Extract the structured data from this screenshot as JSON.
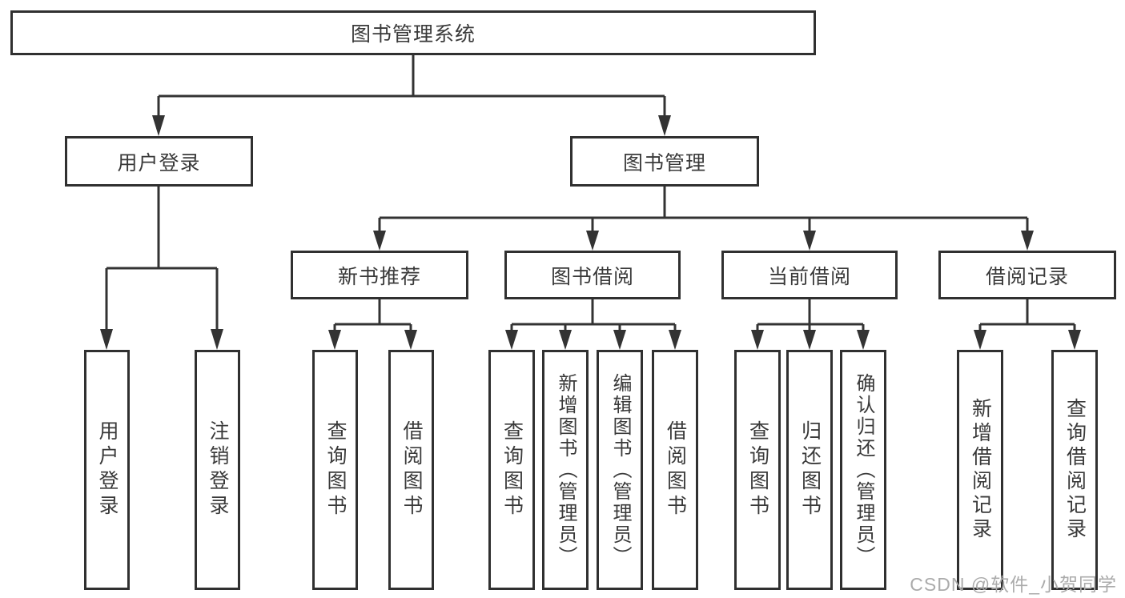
{
  "watermark": {
    "text": "CSDN @软件_小贺同学"
  },
  "colors": {
    "line": "#333333",
    "box_border": "#303030",
    "text": "#3a3a3a",
    "watermark": "#ababab",
    "background": "#ffffff"
  },
  "tree": {
    "label": "图书管理系统",
    "children": [
      {
        "label": "用户登录",
        "children": [
          {
            "label": "用户登录"
          },
          {
            "label": "注销登录"
          }
        ]
      },
      {
        "label": "图书管理",
        "children": [
          {
            "label": "新书推荐",
            "children": [
              {
                "label": "查询图书"
              },
              {
                "label": "借阅图书"
              }
            ]
          },
          {
            "label": "图书借阅",
            "children": [
              {
                "label": "查询图书"
              },
              {
                "label": "新增图书（管理员）"
              },
              {
                "label": "编辑图书（管理员）"
              },
              {
                "label": "借阅图书"
              }
            ]
          },
          {
            "label": "当前借阅",
            "children": [
              {
                "label": "查询图书"
              },
              {
                "label": "归还图书"
              },
              {
                "label": "确认归还（管理员）"
              }
            ]
          },
          {
            "label": "借阅记录",
            "children": [
              {
                "label": "新增借阅记录"
              },
              {
                "label": "查询借阅记录"
              }
            ]
          }
        ]
      }
    ]
  }
}
